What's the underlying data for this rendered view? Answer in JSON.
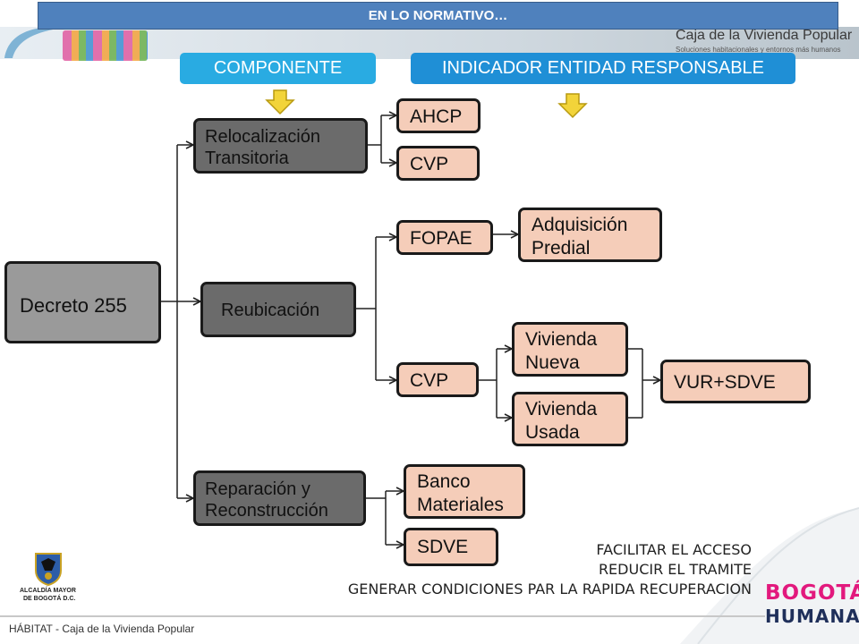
{
  "header": {
    "title": "EN LO NORMATIVO…",
    "org_name": "Caja de la Vivienda Popular",
    "org_tagline": "Soluciones habitacionales y entornos más humanos"
  },
  "columns": {
    "component": "COMPONENTE",
    "indicator": "INDICADOR ENTIDAD RESPONSABLE"
  },
  "diagram": {
    "root": "Decreto 255",
    "components": {
      "relocalizacion": [
        "Relocalización",
        "Transitoria"
      ],
      "reubicacion": "Reubicación",
      "reparacion": [
        "Reparación y",
        "Reconstrucción"
      ]
    },
    "entities": {
      "ahcp": "AHCP",
      "cvp_reloc": "CVP",
      "fopae": "FOPAE",
      "adquisicion": [
        "Adquisición",
        "Predial"
      ],
      "cvp_reub": "CVP",
      "vivienda_nueva": [
        "Vivienda",
        "Nueva"
      ],
      "vivienda_usada": [
        "Vivienda",
        "Usada"
      ],
      "vur": "VUR+SDVE",
      "banco": [
        "Banco",
        "Materiales"
      ],
      "sdve": "SDVE"
    }
  },
  "goals": [
    "FACILITAR EL ACCESO",
    "REDUCIR EL TRAMITE",
    "GENERAR CONDICIONES PAR LA RAPIDA RECUPERACION"
  ],
  "footer": {
    "text": "HÁBITAT - Caja de la Vivienda Popular",
    "alcaldia": [
      "ALCALDÍA MAYOR",
      "DE BOGOTÁ D.C."
    ],
    "logo_word1": "BOGOTÁ",
    "logo_word2": "HUMANA"
  },
  "colors": {
    "title_bar": "#4f81bd",
    "column_header": "#29abe2",
    "column_header2": "#1f8fd6",
    "component_box": "#6b6b6b",
    "root_box": "#9a9a9a",
    "entity_box": "#f5cdb9",
    "arrow_yellow": "#f2d43a"
  }
}
